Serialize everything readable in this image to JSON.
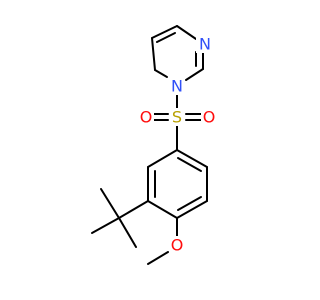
{
  "molecule": {
    "atoms": {
      "n_imid_top": {
        "element": "N",
        "label": "N",
        "color": "#3050F8"
      },
      "n_imid_sulfonyl": {
        "element": "N",
        "label": "N",
        "color": "#3050F8"
      },
      "s": {
        "element": "S",
        "label": "S",
        "color": "#B8A000"
      },
      "o_left": {
        "element": "O",
        "label": "O",
        "color": "#FF0D0D"
      },
      "o_right": {
        "element": "O",
        "label": "O",
        "color": "#FF0D0D"
      },
      "o_methoxy": {
        "element": "O",
        "label": "O",
        "color": "#FF0D0D"
      }
    },
    "bond_color": "#000000"
  }
}
